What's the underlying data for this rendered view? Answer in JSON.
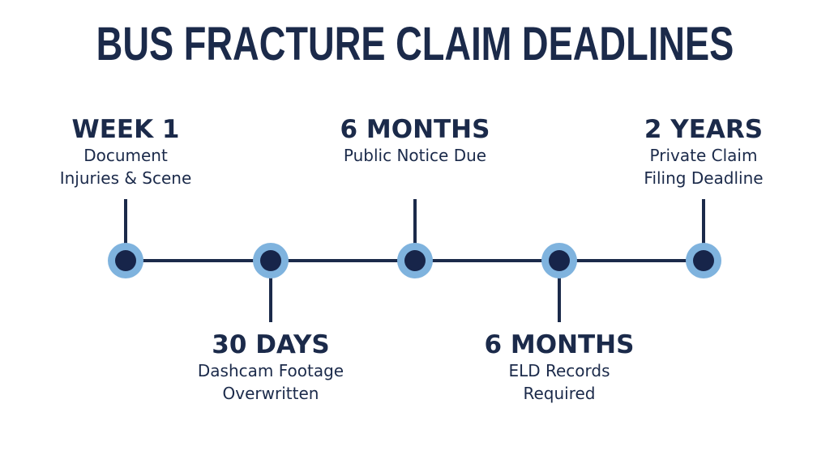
{
  "title": "BUS FRACTURE CLAIM DEADLINES",
  "colors": {
    "navy": "#1b2a4a",
    "node_outer": "#7fb3de",
    "node_inner": "#17254a"
  },
  "milestones": [
    {
      "heading": "WEEK 1",
      "description": "Document\nInjuries & Scene"
    },
    {
      "heading": "30 DAYS",
      "description": "Dashcam Footage\nOverwritten"
    },
    {
      "heading": "6 MONTHS",
      "description": "Public Notice Due"
    },
    {
      "heading": "6 MONTHS",
      "description": "ELD Records\nRequired"
    },
    {
      "heading": "2 YEARS",
      "description": "Private Claim\nFiling Deadline"
    }
  ]
}
